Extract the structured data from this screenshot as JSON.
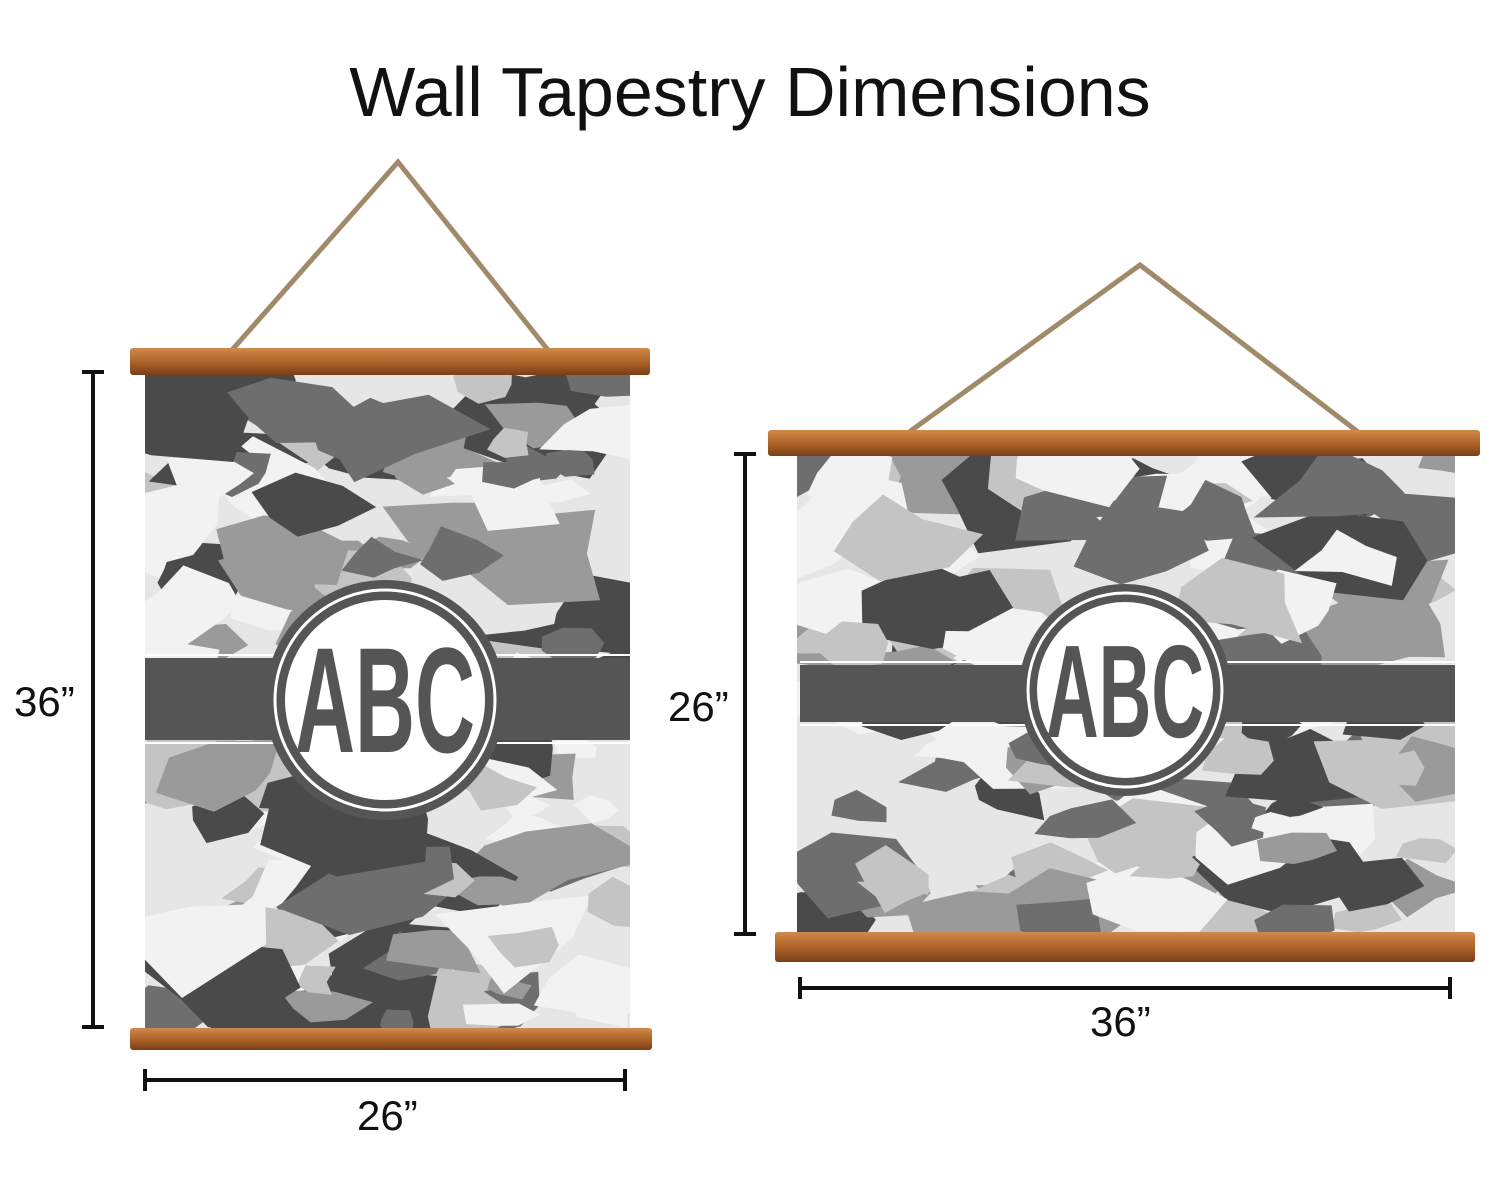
{
  "title": "Wall Tapestry Dimensions",
  "portrait": {
    "height_label": "36”",
    "width_label": "26”",
    "monogram": "ABC"
  },
  "landscape": {
    "height_label": "26”",
    "width_label": "36”",
    "monogram": "ABC"
  },
  "colors": {
    "wood": "#b0642a",
    "stripe": "#555555",
    "rope": "#a08a6a",
    "camo": [
      "#f2f2f2",
      "#c4c4c4",
      "#9a9a9a",
      "#6e6e6e",
      "#4a4a4a"
    ]
  }
}
